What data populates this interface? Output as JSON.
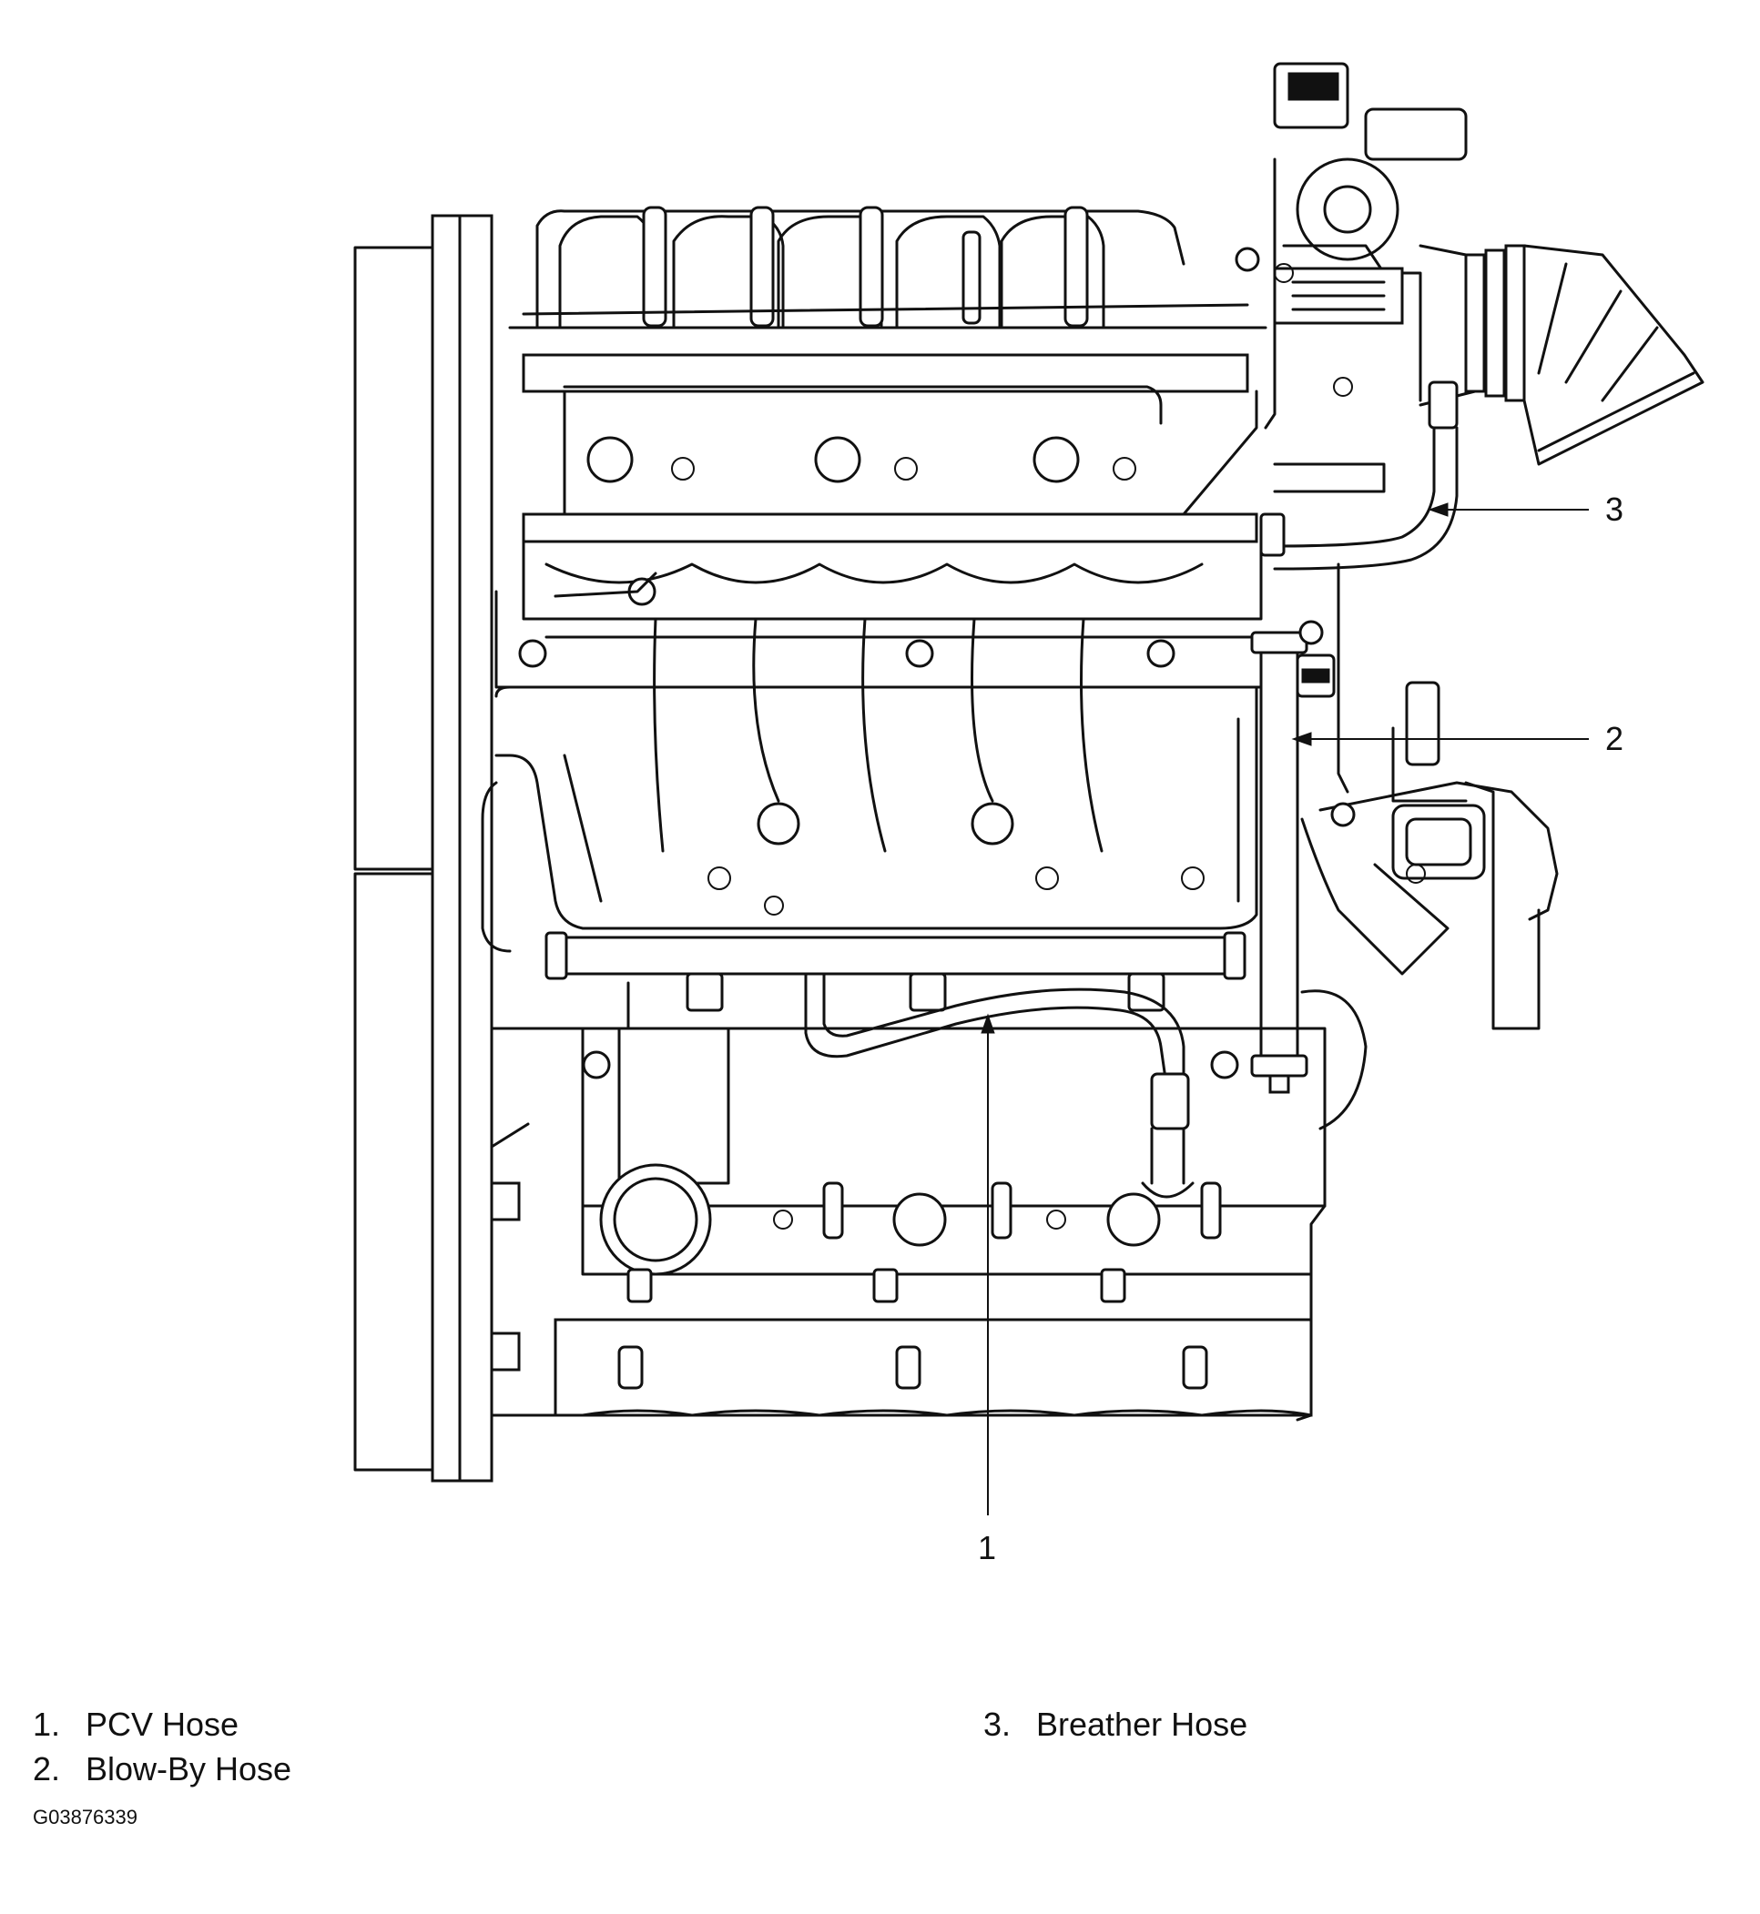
{
  "callouts": [
    {
      "id": 1,
      "label": "1"
    },
    {
      "id": 2,
      "label": "2"
    },
    {
      "id": 3,
      "label": "3"
    }
  ],
  "legend": [
    {
      "number": "1.",
      "text": "PCV Hose"
    },
    {
      "number": "2.",
      "text": "Blow-By Hose"
    },
    {
      "number": "3.",
      "text": "Breather Hose"
    }
  ],
  "figure_id": "G03876339"
}
